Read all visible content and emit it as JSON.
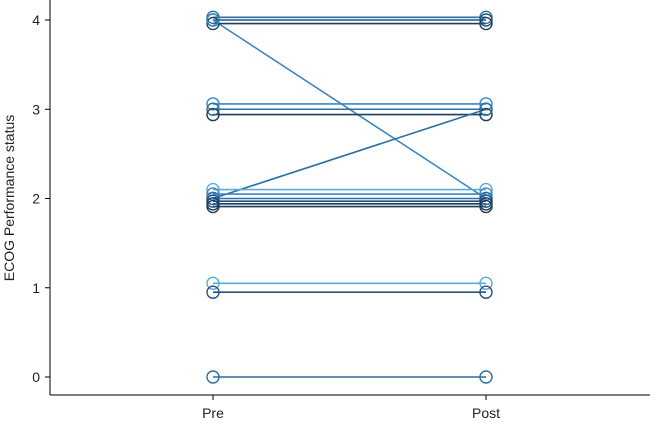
{
  "chart_data": {
    "type": "line",
    "ylabel": "ECOG Performance status",
    "xlabel": "",
    "categories": [
      "Pre",
      "Post"
    ],
    "y_ticks": [
      "0",
      "1",
      "2",
      "3",
      "4"
    ],
    "ylim": [
      0,
      4
    ],
    "grid": false,
    "colors": [
      "#1f3e5c",
      "#23557f",
      "#2c6fa3",
      "#3a86c0",
      "#5aaae0"
    ],
    "series": [
      {
        "values": [
          4.03,
          4.03
        ],
        "color": "#2c6fa3"
      },
      {
        "values": [
          4.0,
          4.0
        ],
        "color": "#23557f"
      },
      {
        "values": [
          3.96,
          3.96
        ],
        "color": "#1f3e5c"
      },
      {
        "values": [
          4.0,
          2.0
        ],
        "color": "#3a86c0"
      },
      {
        "values": [
          3.06,
          3.06
        ],
        "color": "#3a86c0"
      },
      {
        "values": [
          3.0,
          3.0
        ],
        "color": "#2c6fa3"
      },
      {
        "values": [
          2.94,
          2.94
        ],
        "color": "#1f3e5c"
      },
      {
        "values": [
          2.0,
          3.0
        ],
        "color": "#2c6fa3"
      },
      {
        "values": [
          2.1,
          2.1
        ],
        "color": "#5aaae0"
      },
      {
        "values": [
          2.05,
          2.05
        ],
        "color": "#3a86c0"
      },
      {
        "values": [
          2.0,
          2.0
        ],
        "color": "#2c6fa3"
      },
      {
        "values": [
          1.97,
          1.97
        ],
        "color": "#23557f"
      },
      {
        "values": [
          1.94,
          1.94
        ],
        "color": "#1f3e5c"
      },
      {
        "values": [
          1.91,
          1.91
        ],
        "color": "#1f3e5c"
      },
      {
        "values": [
          1.05,
          1.05
        ],
        "color": "#5aaae0"
      },
      {
        "values": [
          0.95,
          0.95
        ],
        "color": "#23557f"
      },
      {
        "values": [
          0.0,
          0.0
        ],
        "color": "#2c6fa3"
      }
    ]
  }
}
